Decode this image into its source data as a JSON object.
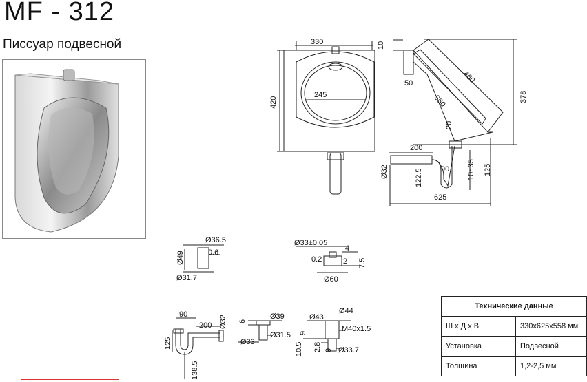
{
  "header": {
    "title": "MF - 312",
    "subtitle": "Писсуар подвесной"
  },
  "drawing": {
    "front": {
      "width": "330",
      "height": "420",
      "bowl": "245"
    },
    "side": {
      "top": "10",
      "offset": "50",
      "slant": "460",
      "inner": "360",
      "height": "378",
      "drain": "20",
      "pipe_len": "200",
      "pipe_d": "Ø32",
      "drop": "122.5",
      "angle": "90",
      "adj": "10~35",
      "trap": "125",
      "total": "625"
    },
    "part1": {
      "d_top": "Ø36.5",
      "h": "Ø49",
      "t": "0.6",
      "d_bot": "Ø31.7"
    },
    "part2": {
      "d_top": "Ø33±0.05",
      "a": "4",
      "b": "0.2",
      "c": "2",
      "h": "7.5",
      "d_bot": "Ø60"
    },
    "part3": {
      "w": "90",
      "len": "200",
      "d": "Ø32",
      "h": "125",
      "drop": "138.5"
    },
    "part4": {
      "h": "6",
      "d_top": "Ø39",
      "d_l": "Ø33",
      "d_r": "Ø31.5"
    },
    "part5": {
      "d_top": "Ø44",
      "d_l": "Ø43",
      "thread": "M40x1.5",
      "a": "9",
      "b": "10.5",
      "c": "2.8",
      "d": "9",
      "d_bot": "Ø33.7"
    }
  },
  "specs": {
    "heading": "Технические данные",
    "rows": [
      {
        "label": "Ш x Д x В",
        "value": "330x625x558 мм"
      },
      {
        "label": "Установка",
        "value": "Подвесной"
      },
      {
        "label": "Толщина",
        "value": "1,2-2,5 мм"
      }
    ]
  }
}
